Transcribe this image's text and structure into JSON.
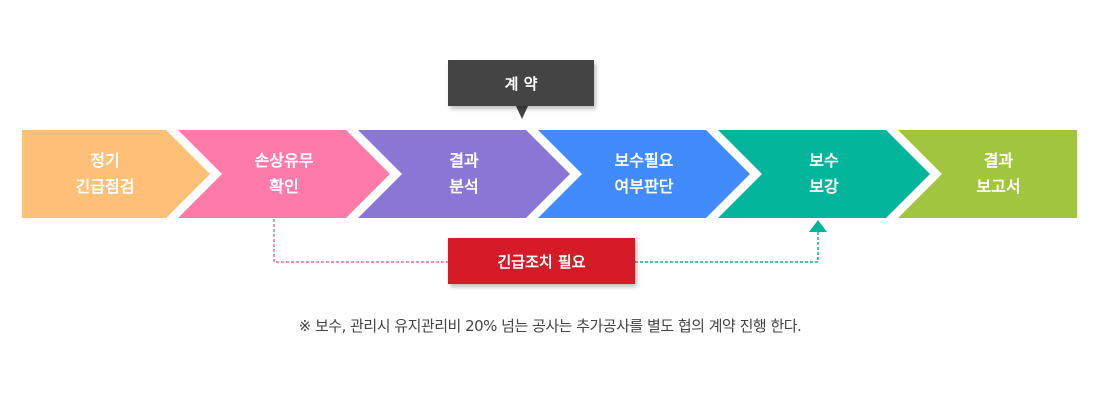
{
  "steps": [
    {
      "line1": "정기",
      "line2": "긴급점검",
      "color": "#fdc076"
    },
    {
      "line1": "손상유무",
      "line2": "확인",
      "color": "#fe7ba9"
    },
    {
      "line1": "결과",
      "line2": "분석",
      "color": "#8b76d6"
    },
    {
      "line1": "보수필요",
      "line2": "여부판단",
      "color": "#418bfd"
    },
    {
      "line1": "보수",
      "line2": "보강",
      "color": "#03b59a"
    },
    {
      "line1": "결과",
      "line2": "보고서",
      "color": "#a2c53f"
    }
  ],
  "contract_label": "계 약",
  "urgent_label": "긴급조치 필요",
  "note": "※ 보수, 관리시 유지관리비 20% 넘는 공사는 추가공사를 별도 협의 계약 진행 한다.",
  "colors": {
    "contract": "#444444",
    "urgent": "#d71a28",
    "pink_line": "#e8709a",
    "teal_line": "#03b59a"
  }
}
